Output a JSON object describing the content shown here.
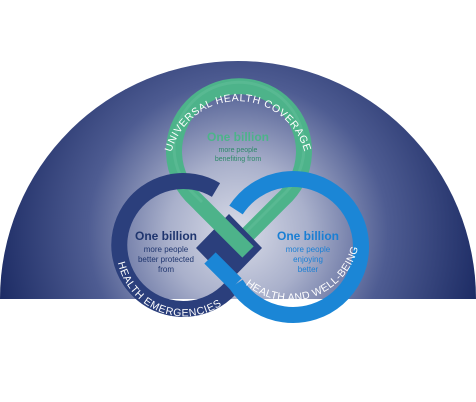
{
  "colors": {
    "background_dark": "#1b2a63",
    "background_glow": "#c9cee0",
    "uhc_green": "#4db38a",
    "uhc_green_dark": "#2f8a6a",
    "emergencies_navy": "#2b3f7c",
    "wellbeing_blue": "#1b86d6",
    "wellbeing_text": "#1a7fd4",
    "navy_text": "#1f356e",
    "white": "#ffffff"
  },
  "rings": {
    "uhc": {
      "arc_label": "UNIVERSAL HEALTH COVERAGE",
      "title": "One billion",
      "line1": "more people",
      "line2": "benefiting from"
    },
    "emergencies": {
      "arc_label": "HEALTH EMERGENCIES",
      "title": "One billion",
      "line1": "more people",
      "line2": "better protected",
      "line3": "from"
    },
    "wellbeing": {
      "arc_label": "HEALTH AND WELL-BEING",
      "title": "One billion",
      "line1": "more people",
      "line2": "enjoying",
      "line3": "better"
    }
  }
}
